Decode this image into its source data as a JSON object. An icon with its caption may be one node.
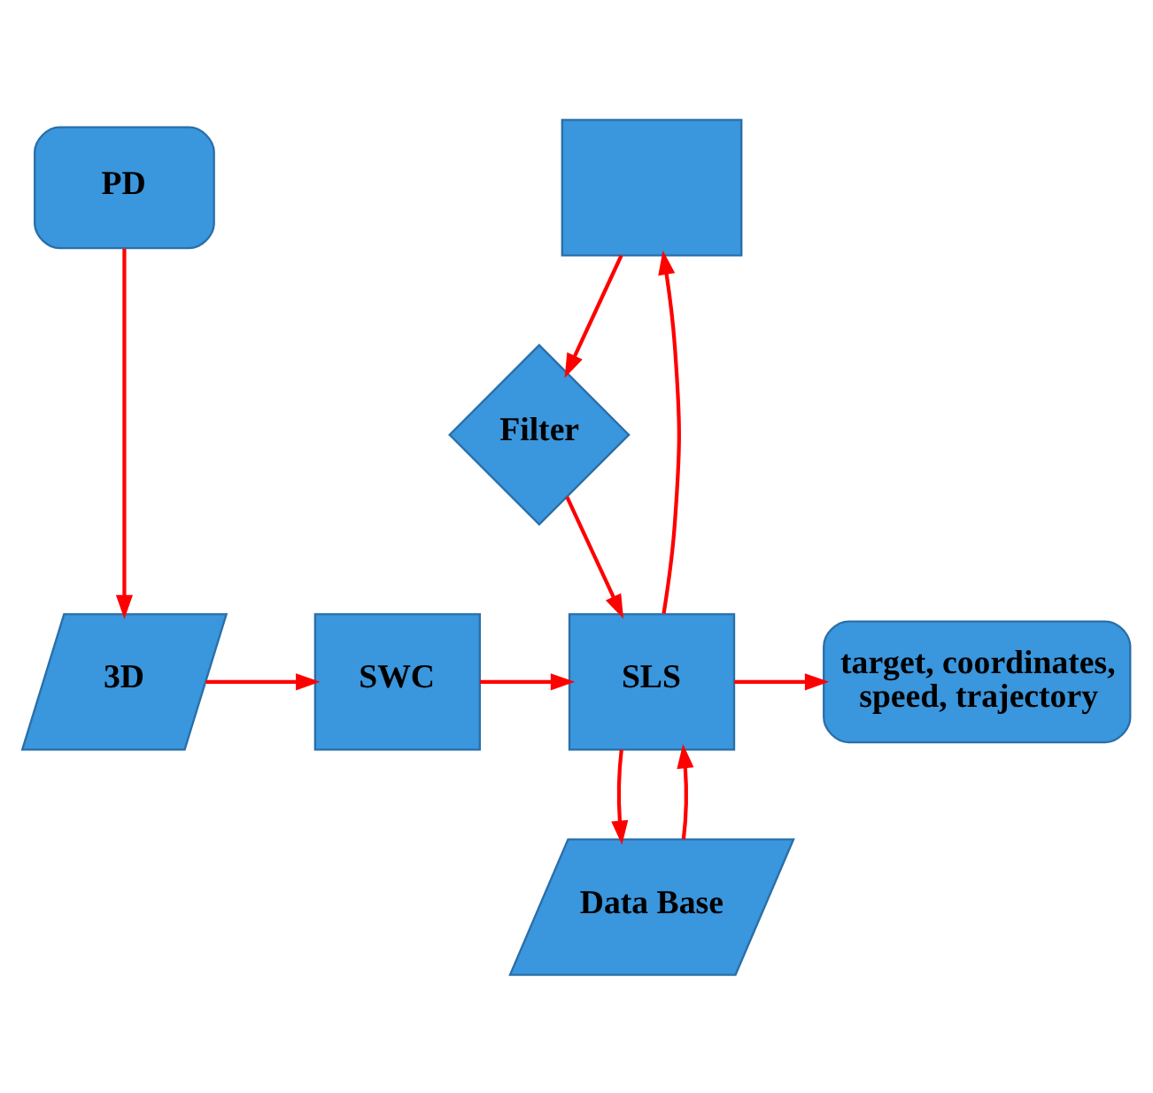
{
  "diagram": {
    "nodes": [
      {
        "text": [],
        "shape": "box"
      },
      {
        "text": [
          "PD"
        ]
      },
      {
        "text": [
          "Filter"
        ]
      },
      {
        "text": [
          "3D"
        ]
      },
      {
        "text": [
          "SWC"
        ]
      },
      {
        "text": [
          "SLS"
        ]
      },
      {
        "text": [
          "target, coordinates, speed, trajectory"
        ]
      },
      {
        "text": [
          "Data Base"
        ]
      }
    ],
    "edges": [
      {
        "from": 5,
        "to": 0,
        "arrow": "to"
      },
      {
        "from": 0,
        "to": 2,
        "arrow": "to"
      },
      {
        "from": 2,
        "to": 5,
        "arrow": "to"
      },
      {
        "from": 1,
        "to": 3,
        "arrow": "to"
      },
      {
        "from": 3,
        "to": 4,
        "arrow": "to"
      },
      {
        "from": 4,
        "to": 5,
        "arrow": "to"
      },
      {
        "from": 5,
        "to": 6,
        "arrow": "to"
      },
      {
        "from": 5,
        "to": 7,
        "arrow": "to"
      },
      {
        "from": 7,
        "to": 5,
        "arrow": "to"
      }
    ]
  }
}
